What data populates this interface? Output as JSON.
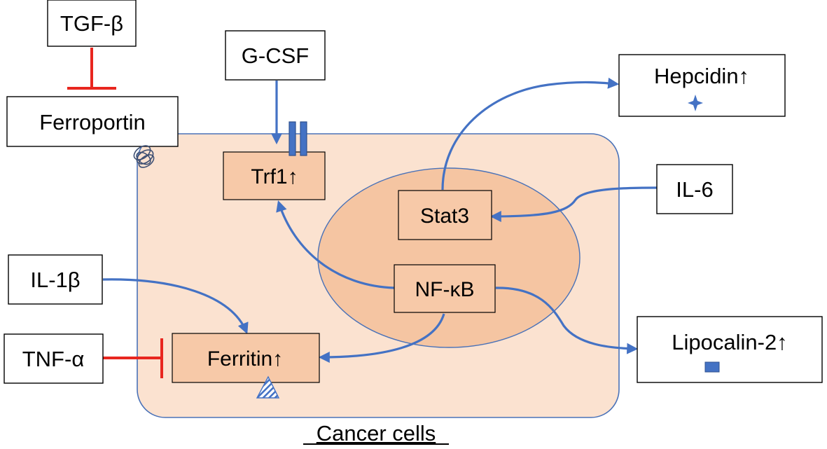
{
  "labels": {
    "tgf_beta": "TGF-β",
    "g_csf": "G-CSF",
    "ferroportin": "Ferroportin",
    "hepcidin": "Hepcidin↑",
    "trf1": "Trf1↑",
    "stat3": "Stat3",
    "il6": "IL-6",
    "il1b": "IL-1β",
    "nfkb": "NF-κB",
    "tnfa": "TNF-α",
    "ferritin": "Ferritin↑",
    "lipocalin2": "Lipocalin-2↑",
    "cancer_cells": "Cancer cells"
  },
  "colors": {
    "cell_fill": "#fbe2d0",
    "cell_stroke": "#4a72b8",
    "nucleus_fill": "#f5c5a2",
    "activation": "#4472c4",
    "inhibition": "#e8261f",
    "box_border": "#000000"
  },
  "icons": {
    "ferroportin": "coil-channel-icon",
    "transferrin_receptor": "receptor-pair-icon",
    "hepcidin": "four-point-star-icon",
    "ferritin": "striped-triangle-icon",
    "lipocalin2": "small-square-icon"
  },
  "edges": [
    {
      "from": "TGF-β",
      "to": "Ferroportin",
      "type": "inhibition"
    },
    {
      "from": "G-CSF",
      "to": "Trf1↑",
      "type": "activation"
    },
    {
      "from": "Stat3",
      "to": "Hepcidin↑",
      "type": "activation"
    },
    {
      "from": "IL-6",
      "to": "Stat3",
      "type": "activation"
    },
    {
      "from": "NF-κB",
      "to": "Trf1↑",
      "type": "activation"
    },
    {
      "from": "IL-1β",
      "to": "Ferritin↑",
      "type": "activation"
    },
    {
      "from": "NF-κB",
      "to": "Ferritin↑",
      "type": "activation"
    },
    {
      "from": "NF-κB",
      "to": "Lipocalin-2↑",
      "type": "activation"
    },
    {
      "from": "TNF-α",
      "to": "Ferritin↑",
      "type": "inhibition"
    }
  ]
}
